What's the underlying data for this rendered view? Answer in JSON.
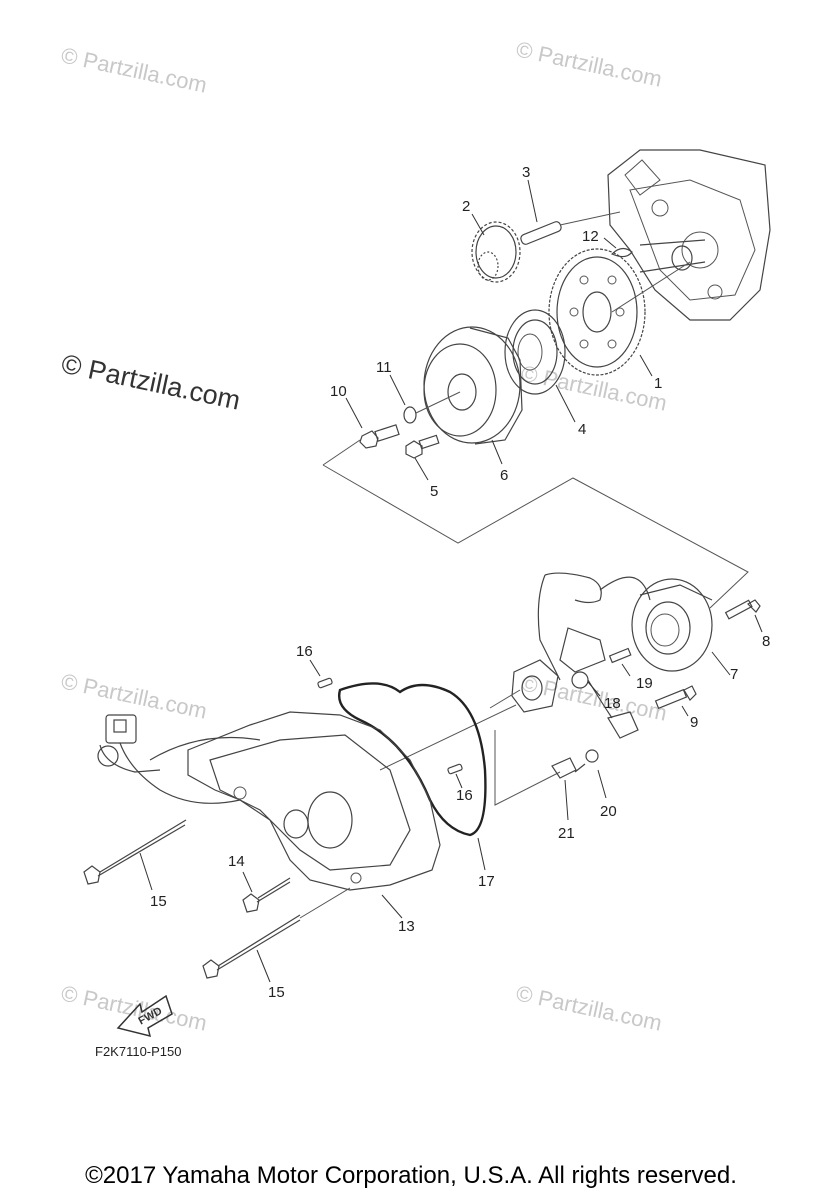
{
  "watermarks": {
    "small": "© Partzilla.com",
    "large": "© Partzilla.com"
  },
  "callouts": {
    "p1": "1",
    "p2": "2",
    "p3": "3",
    "p4": "4",
    "p5": "5",
    "p6": "6",
    "p7": "7",
    "p8": "8",
    "p9": "9",
    "p10": "10",
    "p11": "11",
    "p12": "12",
    "p13": "13",
    "p14": "14",
    "p15a": "15",
    "p15b": "15",
    "p16a": "16",
    "p16b": "16",
    "p17": "17",
    "p18": "18",
    "p19": "19",
    "p20": "20",
    "p21": "21"
  },
  "direction_arrow": {
    "label": "FWD"
  },
  "diagram_code": "F2K7110-P150",
  "copyright": "©2017 Yamaha Motor Corporation, U.S.A. All rights reserved."
}
